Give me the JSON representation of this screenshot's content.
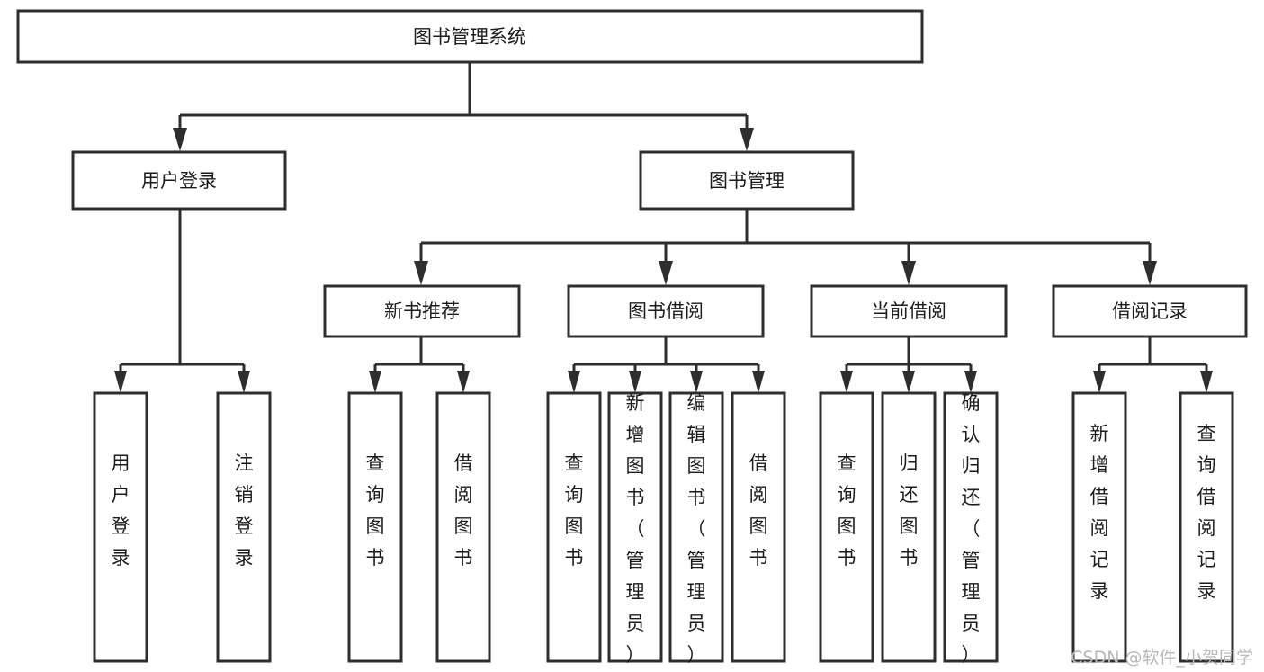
{
  "diagram": {
    "type": "tree-hierarchy",
    "title": "图书管理系统",
    "watermark": "CSDN @软件_小贺同学",
    "colors": {
      "stroke": "#2e2e2e",
      "fill": "#ffffff",
      "text": "#1b1b1b",
      "watermark": "#b9b9b9"
    },
    "levels": {
      "root": {
        "label": "图书管理系统"
      },
      "level2": [
        {
          "label": "用户登录"
        },
        {
          "label": "图书管理"
        }
      ],
      "level3": [
        {
          "label": "新书推荐"
        },
        {
          "label": "图书借阅"
        },
        {
          "label": "当前借阅"
        },
        {
          "label": "借阅记录"
        }
      ]
    },
    "leaves": {
      "user_login": [
        {
          "label": "用户登录"
        },
        {
          "label": "注销登录"
        }
      ],
      "new_book_recommend": [
        {
          "label": "查询图书"
        },
        {
          "label": "借阅图书"
        }
      ],
      "book_borrow": [
        {
          "label": "查询图书"
        },
        {
          "label": "新增图书（管理员）"
        },
        {
          "label": "编辑图书（管理员）"
        },
        {
          "label": "借阅图书"
        }
      ],
      "current_borrow": [
        {
          "label": "查询图书"
        },
        {
          "label": "归还图书"
        },
        {
          "label": "确认归还（管理员）"
        }
      ],
      "borrow_record": [
        {
          "label": "新增借阅记录"
        },
        {
          "label": "查询借阅记录"
        }
      ]
    }
  }
}
